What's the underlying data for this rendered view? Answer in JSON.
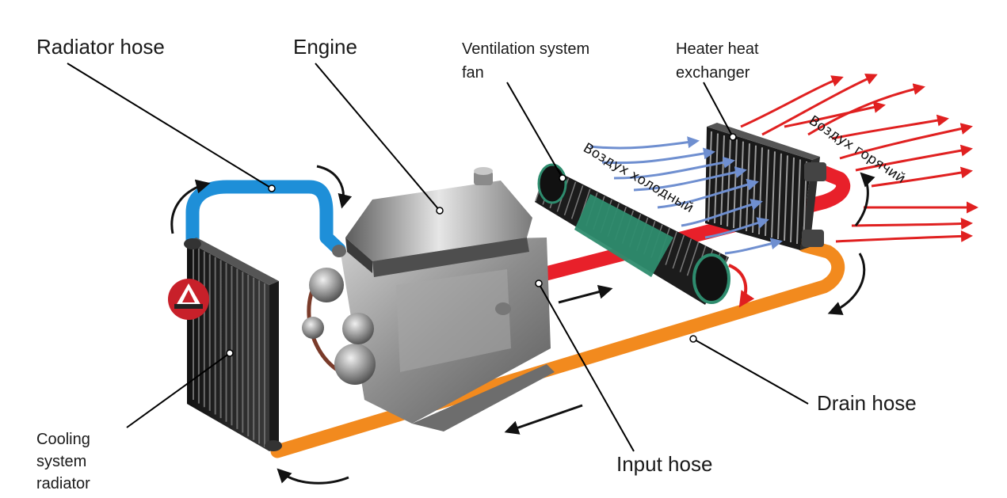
{
  "labels": {
    "radiator_hose": "Radiator hose",
    "engine": "Engine",
    "fan_line1": "Ventilation system",
    "fan_line2": "fan",
    "heater_line1": "Heater heat",
    "heater_line2": "exchanger",
    "drain_hose": "Drain hose",
    "input_hose": "Input hose",
    "radiator_line1": "Cooling",
    "radiator_line2": "system",
    "radiator_line3": "radiator",
    "air_cold": "Воздух холодный",
    "air_hot": "Воздух горячий"
  },
  "colors": {
    "hot_hose": "#e8202a",
    "cold_hose": "#1e8fd8",
    "drain_hose": "#f28a1e",
    "fan_band": "#2e8c6e",
    "hot_air_arrow": "#e02020",
    "cold_air_arrow": "#6f8fd0",
    "engine_body": "#9a9a9a",
    "radiator_body": "#2a2a2a"
  },
  "icons": {
    "logo": "warning-triangle-logo-icon"
  }
}
